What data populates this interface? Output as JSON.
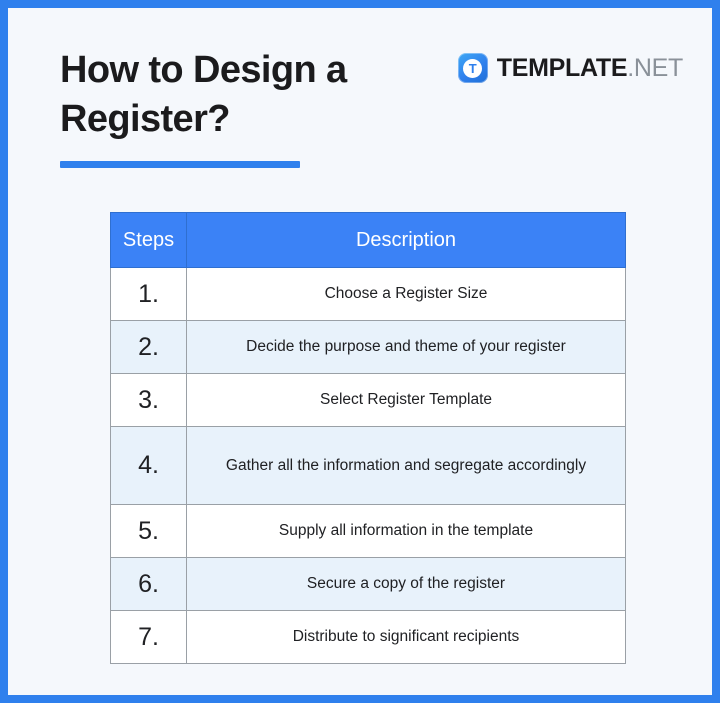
{
  "page": {
    "title_line1": "How to Design a",
    "title_line2": "Register?",
    "accent_color": "#2f80ed",
    "frame_color": "#2f80ed",
    "background_color": "#f5f8fc"
  },
  "logo": {
    "mark_letter": "T",
    "wordmark": "TEMPLATE",
    "tld": ".NET",
    "mark_color": "#2f80ed",
    "wordmark_color": "#1b1b1d",
    "tld_color": "#8a9199"
  },
  "table": {
    "header_color": "#3b82f6",
    "alt_row_color": "#e8f2fb",
    "columns": [
      "Steps",
      "Description"
    ],
    "rows": [
      {
        "step": "1.",
        "description": "Choose a Register Size"
      },
      {
        "step": "2.",
        "description": "Decide the purpose and theme of your register"
      },
      {
        "step": "3.",
        "description": "Select Register Template"
      },
      {
        "step": "4.",
        "description": "Gather all the information and segregate accordingly"
      },
      {
        "step": "5.",
        "description": "Supply all information in the template"
      },
      {
        "step": "6.",
        "description": "Secure a copy of the register"
      },
      {
        "step": "7.",
        "description": "Distribute to significant recipients"
      }
    ]
  }
}
